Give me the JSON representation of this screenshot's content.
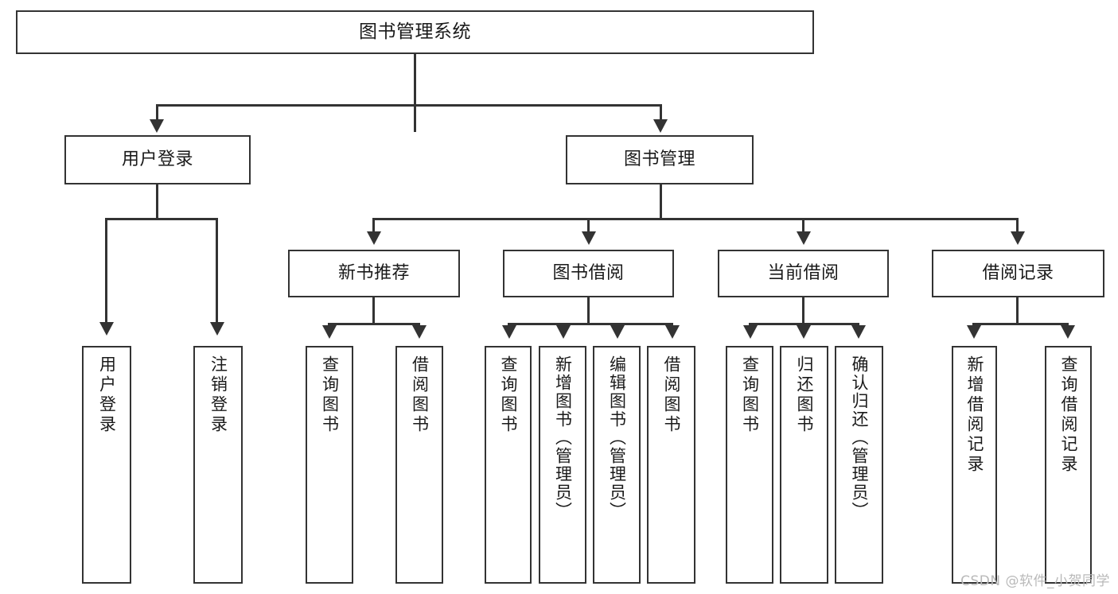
{
  "diagram": {
    "title": "图书管理系统",
    "type": "hierarchy-tree",
    "root": {
      "id": "root",
      "label": "图书管理系统"
    },
    "level1": [
      {
        "id": "user-login",
        "label": "用户登录"
      },
      {
        "id": "book-manage",
        "label": "图书管理"
      }
    ],
    "level2": [
      {
        "id": "new-book-rec",
        "label": "新书推荐",
        "parent": "book-manage"
      },
      {
        "id": "book-borrow",
        "label": "图书借阅",
        "parent": "book-manage"
      },
      {
        "id": "current-borrow",
        "label": "当前借阅",
        "parent": "book-manage"
      },
      {
        "id": "borrow-record",
        "label": "借阅记录",
        "parent": "book-manage"
      }
    ],
    "leaves": {
      "user_login": [
        {
          "id": "leaf-user-login",
          "label": "用户登录"
        },
        {
          "id": "leaf-logout",
          "label": "注销登录"
        }
      ],
      "new_book_rec": [
        {
          "id": "leaf-query-book-1",
          "label": "查询图书"
        },
        {
          "id": "leaf-borrow-book-1",
          "label": "借阅图书"
        }
      ],
      "book_borrow": [
        {
          "id": "leaf-query-book-2",
          "label": "查询图书"
        },
        {
          "id": "leaf-add-book",
          "label": "新增图书（管理员）"
        },
        {
          "id": "leaf-edit-book",
          "label": "编辑图书（管理员）"
        },
        {
          "id": "leaf-borrow-book-2",
          "label": "借阅图书"
        }
      ],
      "current_borrow": [
        {
          "id": "leaf-query-book-3",
          "label": "查询图书"
        },
        {
          "id": "leaf-return-book",
          "label": "归还图书"
        },
        {
          "id": "leaf-confirm-return",
          "label": "确认归还（管理员）"
        }
      ],
      "borrow_record": [
        {
          "id": "leaf-add-record",
          "label": "新增借阅记录"
        },
        {
          "id": "leaf-query-record",
          "label": "查询借阅记录"
        }
      ]
    },
    "watermark": "CSDN @软件_小贺同学",
    "colors": {
      "stroke": "#333333",
      "fill": "#ffffff",
      "text": "#1a1a1a",
      "watermark": "#b9b9b9"
    }
  }
}
